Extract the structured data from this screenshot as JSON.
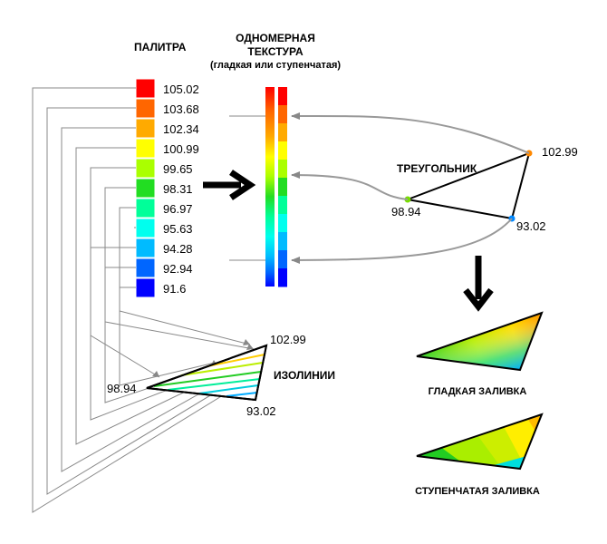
{
  "palette": {
    "title": "ПАЛИТРА",
    "entries": [
      {
        "value": "105.02",
        "color": "#ff0000"
      },
      {
        "value": "103.68",
        "color": "#ff6600"
      },
      {
        "value": "102.34",
        "color": "#ffaa00"
      },
      {
        "value": "100.99",
        "color": "#ffff00"
      },
      {
        "value": "99.65",
        "color": "#aaff00"
      },
      {
        "value": "98.31",
        "color": "#22dd22"
      },
      {
        "value": "96.97",
        "color": "#00ff99"
      },
      {
        "value": "95.63",
        "color": "#00ffee"
      },
      {
        "value": "94.28",
        "color": "#00bbff"
      },
      {
        "value": "92.94",
        "color": "#0066ff"
      },
      {
        "value": "91.6",
        "color": "#0000ff"
      }
    ]
  },
  "texture": {
    "title_line1": "ОДНОМЕРНАЯ",
    "title_line2": "ТЕКСТУРА",
    "subtitle": "(гладкая или ступенчатая)"
  },
  "triangle": {
    "title": "ТРЕУГОЛЬНИК",
    "top_value": "102.99",
    "left_value": "98.94",
    "bottom_value": "93.02",
    "top_color": "#ff8800",
    "left_color": "#77dd00",
    "bottom_color": "#0088ff"
  },
  "isolines": {
    "title": "ИЗОЛИНИИ",
    "top_value": "102.99",
    "left_value": "98.94",
    "bottom_value": "93.02"
  },
  "fills": {
    "smooth_label": "ГЛАДКАЯ ЗАЛИВКА",
    "stepped_label": "СТУПЕНЧАТАЯ ЗАЛИВКА"
  }
}
